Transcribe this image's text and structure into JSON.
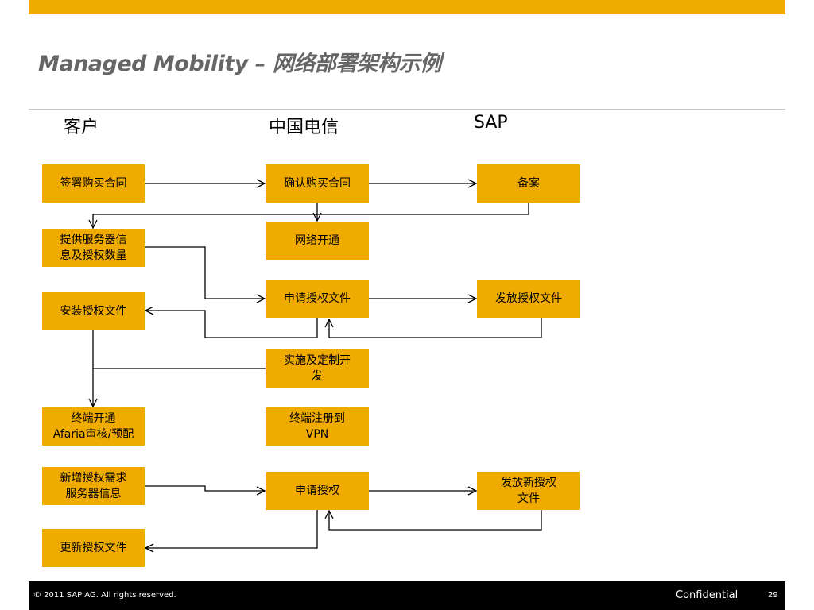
{
  "title": "Managed Mobility – 网络部署架构示例",
  "columns": {
    "customer": "客户",
    "telecom": "中国电信",
    "sap": "SAP"
  },
  "boxes": {
    "sign_contract": "签署购买合同",
    "confirm_contract": "确认购买合同",
    "filing": "备案",
    "provide_info": "提供服务器信\n息及授权数量",
    "network_open": "网络开通",
    "apply_license": "申请授权文件",
    "issue_license": "发放授权文件",
    "install_license": "安装授权文件",
    "implementation": "实施及定制开\n发",
    "terminal_open": "终端开通\nAfaria审核/预配",
    "terminal_vpn": "终端注册到\nVPN",
    "new_license_req": "新增授权需求\n服务器信息",
    "apply_auth": "申请授权",
    "issue_new_license": "发放新授权\n文件",
    "update_license": "更新授权文件"
  },
  "footer": {
    "copyright": "©  2011 SAP AG. All rights reserved.",
    "confidential": "Confidential",
    "page": "29"
  },
  "colors": {
    "accent": "#f0ab00",
    "title": "#666666",
    "footer_bg": "#000000"
  }
}
